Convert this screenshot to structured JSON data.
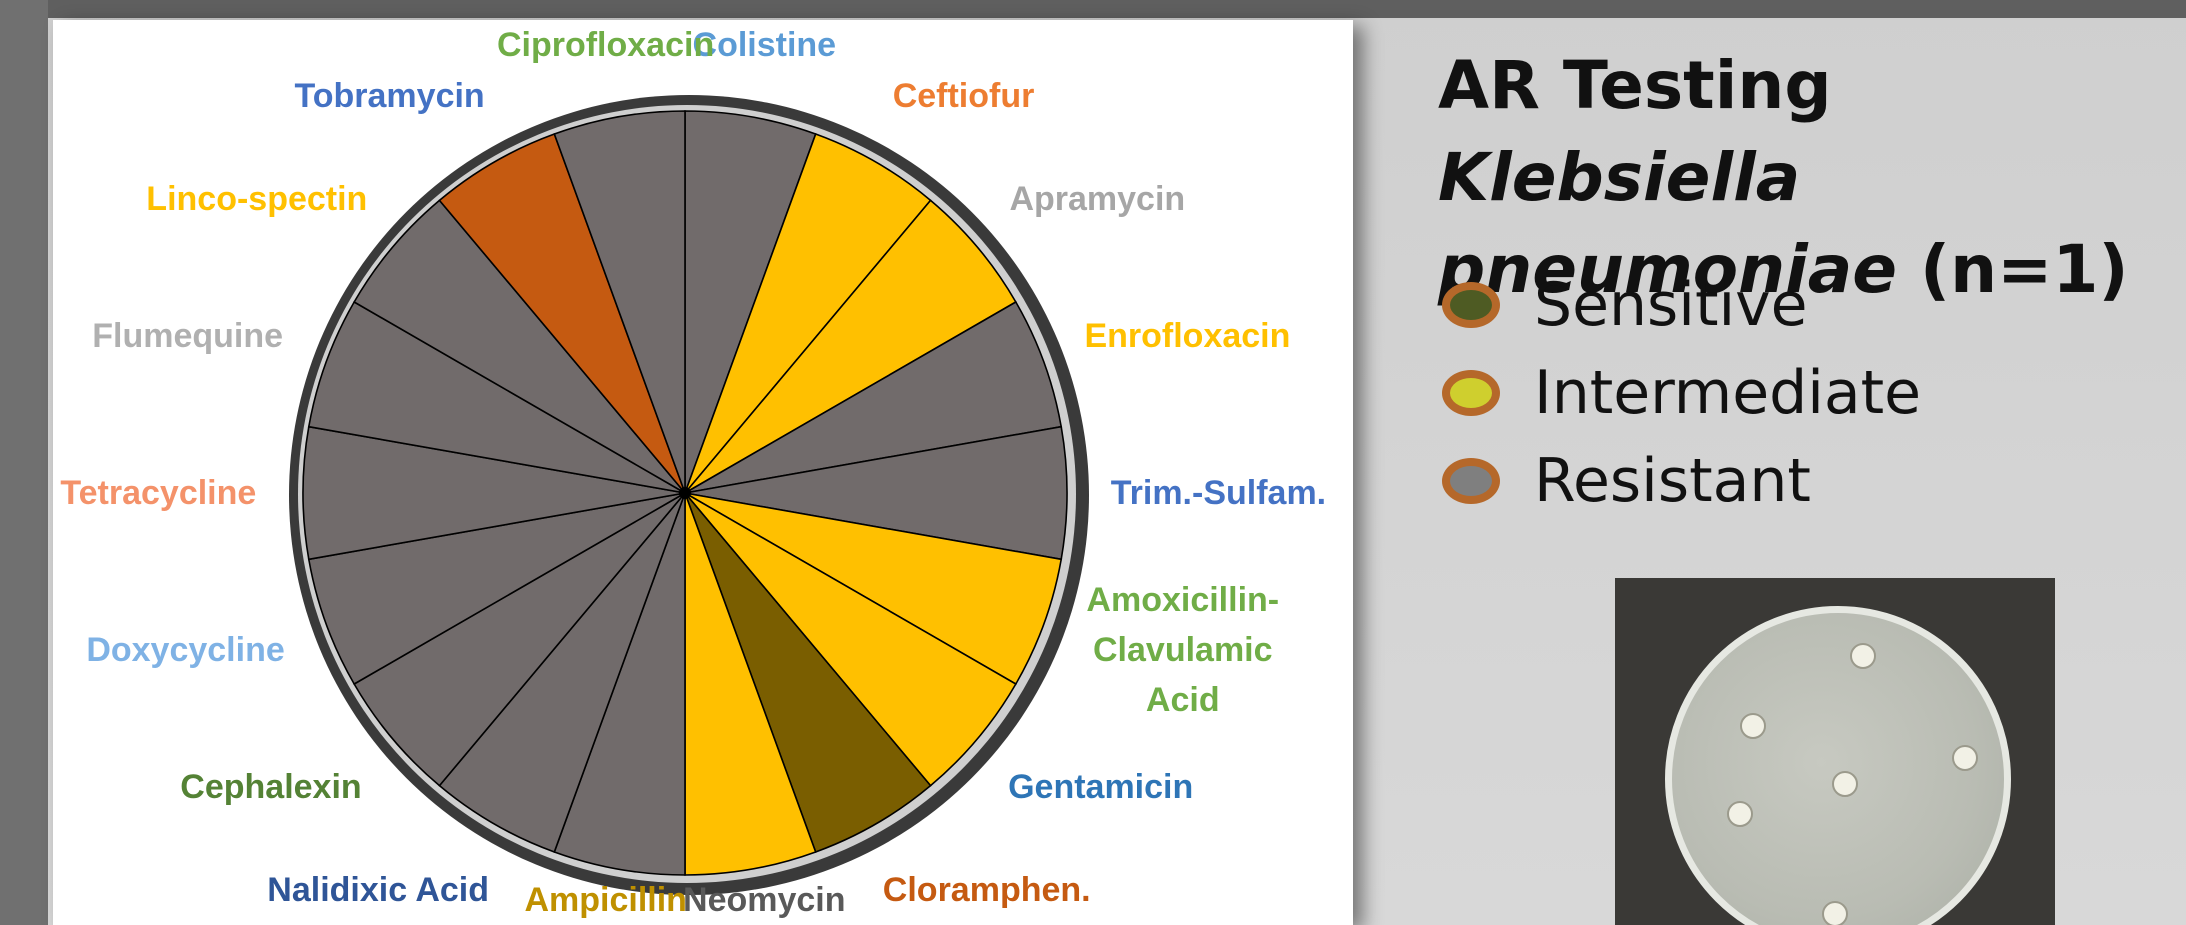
{
  "colors": {
    "resistant": "#716b6b",
    "intermediate": "#ffc000",
    "sensitive": "#7a5e00",
    "tobramycin_slice": "#c55a11",
    "ring_outer": "#3a3a3a",
    "ring_inner": "#cfcfcf"
  },
  "chart_data": {
    "type": "pie",
    "title": "",
    "slices": [
      {
        "label": "Colistine",
        "category": "Resistant",
        "value": 1,
        "color": "#716b6b",
        "label_color": "#5b9bd5"
      },
      {
        "label": "Ceftiofur",
        "category": "Intermediate",
        "value": 1,
        "color": "#ffc000",
        "label_color": "#ed7d31"
      },
      {
        "label": "Apramycin",
        "category": "Intermediate",
        "value": 1,
        "color": "#ffc000",
        "label_color": "#a6a6a6"
      },
      {
        "label": "Enrofloxacin",
        "category": "Resistant",
        "value": 1,
        "color": "#716b6b",
        "label_color": "#ffc000"
      },
      {
        "label": "Trim.-Sulfam.",
        "category": "Resistant",
        "value": 1,
        "color": "#716b6b",
        "label_color": "#4472c4"
      },
      {
        "label": "Amoxicillin-\nClavulamic\nAcid",
        "category": "Intermediate",
        "value": 1,
        "color": "#ffc000",
        "label_color": "#70ad47"
      },
      {
        "label": "Gentamicin",
        "category": "Intermediate",
        "value": 1,
        "color": "#ffc000",
        "label_color": "#2e75b6"
      },
      {
        "label": "Cloramphen.",
        "category": "Sensitive",
        "value": 1,
        "color": "#7a5e00",
        "label_color": "#c55a11"
      },
      {
        "label": "Neomycin",
        "category": "Intermediate",
        "value": 1,
        "color": "#ffc000",
        "label_color": "#595959"
      },
      {
        "label": "Ampicillin",
        "category": "Resistant",
        "value": 1,
        "color": "#716b6b",
        "label_color": "#bf9000"
      },
      {
        "label": "Nalidixic Acid",
        "category": "Resistant",
        "value": 1,
        "color": "#716b6b",
        "label_color": "#2f5597"
      },
      {
        "label": "Cephalexin",
        "category": "Resistant",
        "value": 1,
        "color": "#716b6b",
        "label_color": "#548235"
      },
      {
        "label": "Doxycycline",
        "category": "Resistant",
        "value": 1,
        "color": "#716b6b",
        "label_color": "#7fb2e5"
      },
      {
        "label": "Tetracycline",
        "category": "Resistant",
        "value": 1,
        "color": "#716b6b",
        "label_color": "#f4926a"
      },
      {
        "label": "Flumequine",
        "category": "Resistant",
        "value": 1,
        "color": "#716b6b",
        "label_color": "#b0b0b0"
      },
      {
        "label": "Linco-spectin",
        "category": "Resistant",
        "value": 1,
        "color": "#716b6b",
        "label_color": "#ffc000"
      },
      {
        "label": "Tobramycin",
        "category": "Resistant",
        "value": 1,
        "color": "#c55a11",
        "label_color": "#4472c4"
      },
      {
        "label": "Ciprofloxacin",
        "category": "Resistant",
        "value": 1,
        "color": "#716b6b",
        "label_color": "#70ad47"
      }
    ],
    "legend": {
      "placement": "right",
      "entries": [
        "Sensitive",
        "Intermediate",
        "Resistant"
      ]
    }
  },
  "title": {
    "prefix": "AR Testing ",
    "italic": "Klebsiella pneumoniae",
    "suffix": " (n=1)"
  },
  "legend": [
    {
      "label": "Sensitive",
      "fill": "#4e5b23"
    },
    {
      "label": "Intermediate",
      "fill": "#cfcf2e"
    },
    {
      "label": "Resistant",
      "fill": "#7f7f7f"
    }
  ],
  "photo": {
    "discs": 6
  }
}
